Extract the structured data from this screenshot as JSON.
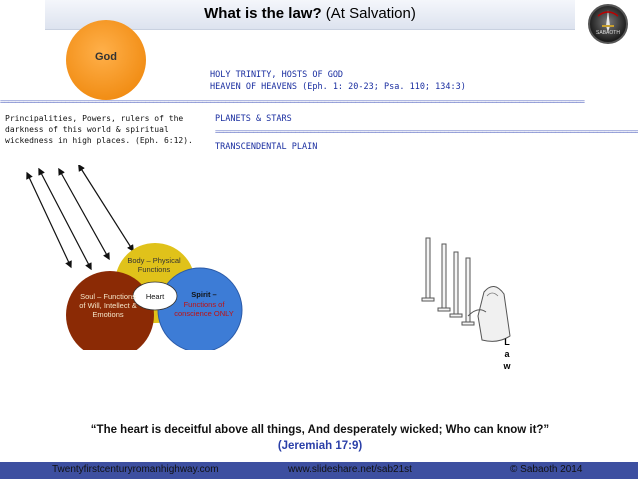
{
  "title_bold": "What is the law?",
  "title_rest": " (At Salvation)",
  "logo_text": "SABAOTH",
  "god_label": "God",
  "holy_trinity": "HOLY TRINITY, HOSTS OF GOD",
  "heaven_of_heavens": "HEAVEN OF HEAVENS (Eph. 1: 20-23; Psa. 110; 134:3)",
  "separator": "=========================================================================================================================================================",
  "principalities": "Principalities, Powers, rulers of the darkness of this world & spiritual wickedness in high places. (Eph. 6:12).",
  "planets_stars": "PLANETS & STARS",
  "transcendental": "TRANSCENDENTAL PLAIN",
  "body_label": "Body – Physical Functions",
  "soul_label": "Soul – Functions of Will, Intellect & Emotions",
  "spirit_title": "Spirit –",
  "spirit_label": "Functions of conscience ONLY",
  "heart_label": "Heart",
  "law_label": "L a w",
  "quote": "“The heart is deceitful above all things, And desperately wicked; Who can know it?”",
  "citation": "(Jeremiah 17:9)",
  "footer_left": "Twentyfirstcenturyromanhighway.com",
  "footer_mid": "www.slideshare.net/sab21st",
  "footer_right": "© Sabaoth 2014",
  "colors": {
    "god": "#f08a10",
    "body": "#e0c21a",
    "soul": "#8b2a05",
    "spirit": "#3d7cd6",
    "footer": "#3d4fa0",
    "accent_blue": "#1a2ea0"
  }
}
